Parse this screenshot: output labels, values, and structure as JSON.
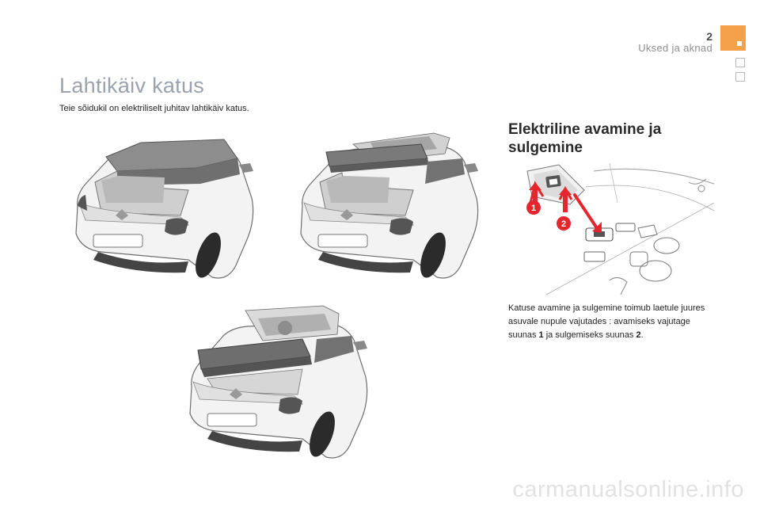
{
  "header": {
    "page_number": "2",
    "section_title": "Uksed ja aknad"
  },
  "main": {
    "title": "Lahtikäiv katus",
    "intro": "Teie sõidukil on elektriliselt juhitav lahtikäiv katus."
  },
  "electric": {
    "title": "Elektriline avamine ja sulgemine",
    "description_before_1": "Katuse avamine ja sulgemine toimub laetule juures asuvale nupule vajutades : avamiseks vajutage suunas ",
    "marker_1": "1",
    "description_middle": " ja sulgemiseks suunas ",
    "marker_2": "2",
    "description_end": "."
  },
  "illustration": {
    "label_1": "1",
    "label_2": "2",
    "accent_color": "#e3272d"
  },
  "colors": {
    "tab_accent": "#f5a14a",
    "title_gray": "#9aa3ad"
  },
  "watermark": "carmanualsonline.info"
}
